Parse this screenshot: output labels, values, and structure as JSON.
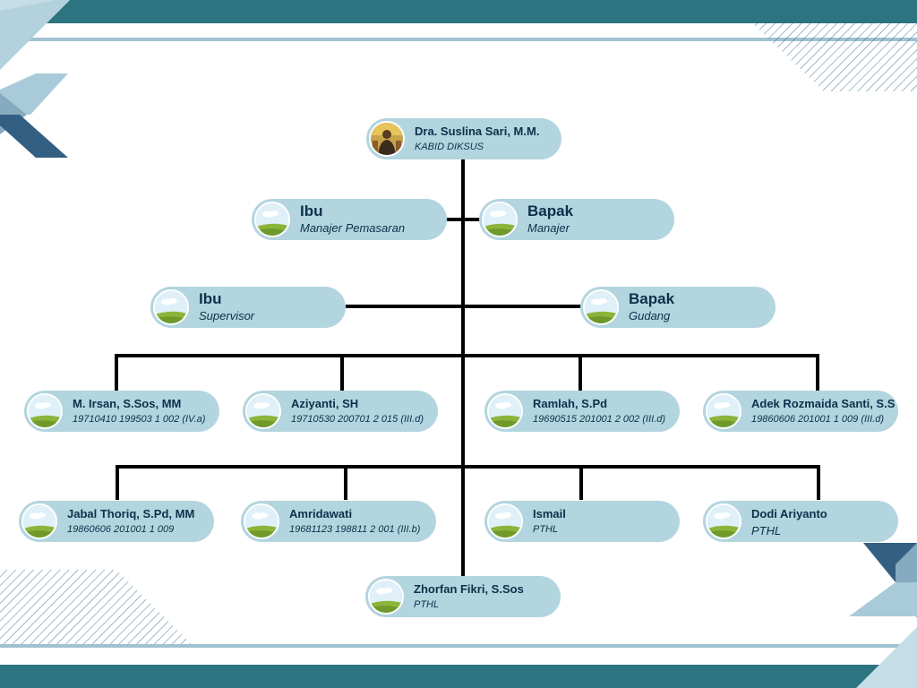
{
  "colors": {
    "teal_band": "#2b7480",
    "node_fill": "#b3d5df",
    "text": "#0f2f4a",
    "connector": "#000000",
    "accent_dark": "#335f82",
    "accent_light": "#a9cbd9"
  },
  "head": {
    "name": "Dra. Suslina Sari, M.M.",
    "title": "KABID DIKSUS",
    "icon": "portrait-photo"
  },
  "managers": [
    {
      "name": "Ibu",
      "title": "Manajer Pemasaran"
    },
    {
      "name": "Bapak",
      "title": "Manajer"
    }
  ],
  "supervisors": [
    {
      "name": "Ibu",
      "title": "Supervisor"
    },
    {
      "name": "Bapak",
      "title": "Gudang"
    }
  ],
  "staff_row1": [
    {
      "name": "M. Irsan, S.Sos, MM",
      "id": "19710410 199503 1 002 (IV.a)"
    },
    {
      "name": "Aziyanti, SH",
      "id": "19710530 200701 2 015 (III.d)"
    },
    {
      "name": "Ramlah, S.Pd",
      "id": "19690515 201001 2 002  (III.d)"
    },
    {
      "name": "Adek Rozmaida Santi, S.S",
      "id": "19860606 201001 1 009  (III.d)"
    }
  ],
  "staff_row2": [
    {
      "name": "Jabal Thoriq, S.Pd, MM",
      "id": "19860606 201001 1 009"
    },
    {
      "name": "Amridawati",
      "id": "19681123 198811 2 001 (III.b)"
    },
    {
      "name": "Ismail",
      "id": "PTHL"
    },
    {
      "name": "Dodi Ariyanto",
      "id": "PTHL"
    }
  ],
  "staff_row3": [
    {
      "name": "Zhorfan Fikri, S.Sos",
      "id": "PTHL"
    }
  ],
  "avatar_icon": "landscape-placeholder-icon"
}
